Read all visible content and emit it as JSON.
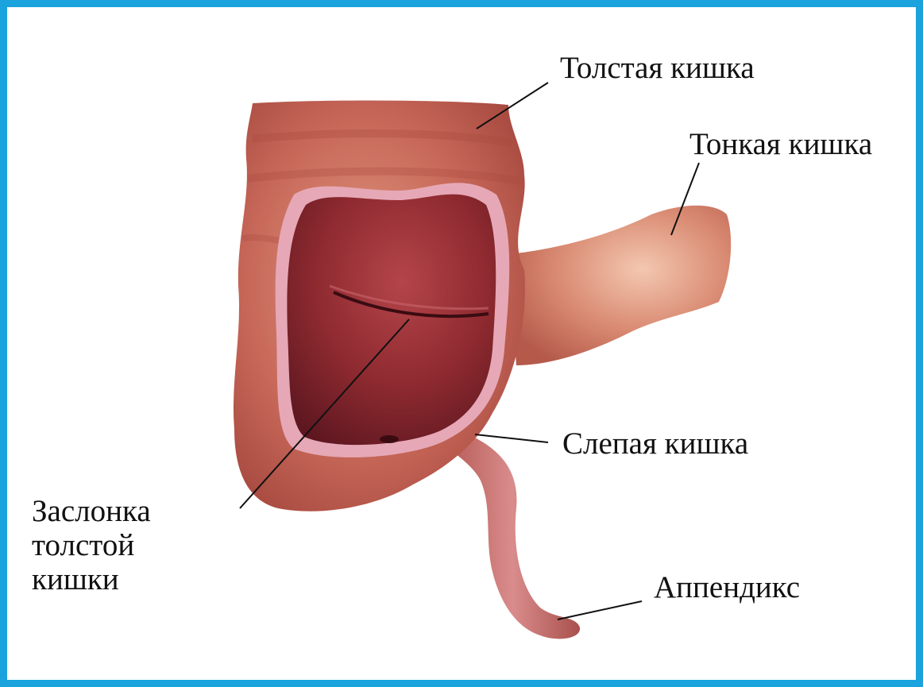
{
  "labels": {
    "large_intestine": "Толстая кишка",
    "small_intestine": "Тонкая кишка",
    "caecum": "Слепая кишка",
    "valve": [
      "Заслонка",
      "толстой",
      "кишки"
    ],
    "appendix": "Аппендикс"
  },
  "colors": {
    "border": "#1aa3dc",
    "tissue": "#c8695a",
    "tissue_dark": "#a84a40",
    "lumen": "#8e2a30",
    "lumen_dark": "#6a1a22",
    "rim": "#e0a2b0",
    "leader": "#111111"
  }
}
